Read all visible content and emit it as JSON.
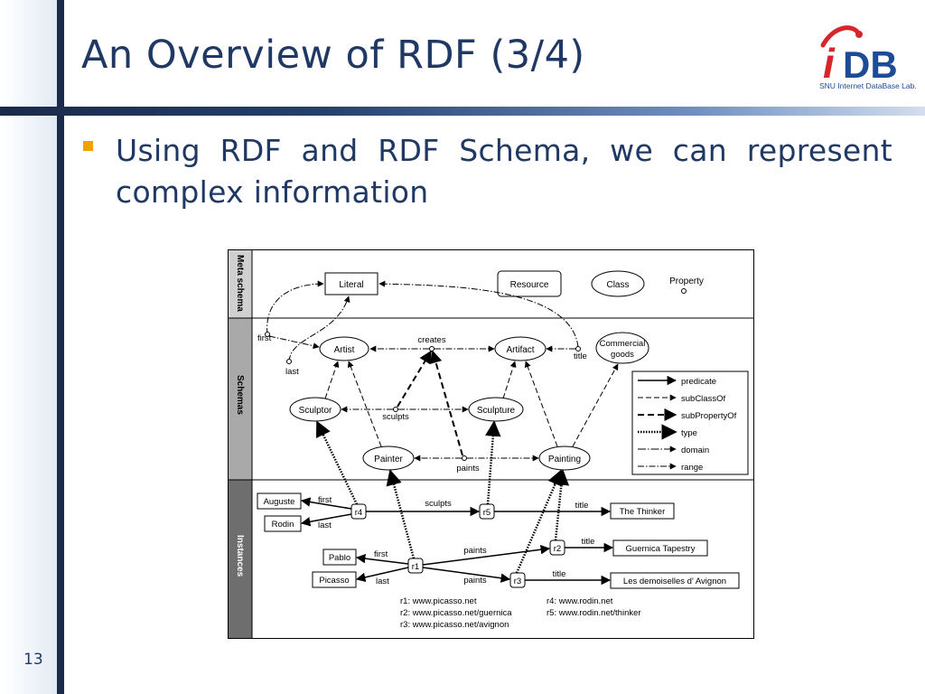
{
  "slide": {
    "title": "An Overview of RDF (3/4)",
    "bullet": "Using RDF and RDF Schema, we can represent complex information",
    "page_number": "13"
  },
  "logo": {
    "letters": "iDB",
    "subtitle": "SNU Internet DataBase Lab."
  },
  "colors": {
    "title": "#1f3864",
    "bar": "#1b2a4a",
    "bullet": "#f2a000",
    "logo_red": "#d7262b",
    "logo_blue": "#1d4b97",
    "band_meta": "#d0d0d0",
    "band_schema": "#a9a9a9",
    "band_instance": "#6e6e6e"
  },
  "diagram": {
    "bands": {
      "meta": "Meta schema",
      "schemas": "Schemas",
      "instances": "Instances"
    },
    "meta_nodes": {
      "literal": "Literal",
      "resource": "Resource",
      "class": "Class",
      "property": "Property"
    },
    "schema_nodes": {
      "artist": "Artist",
      "artifact": "Artifact",
      "commercial_goods_1": "Commercial",
      "commercial_goods_2": "goods",
      "sculptor": "Sculptor",
      "sculpture": "Sculpture",
      "painter": "Painter",
      "painting": "Painting"
    },
    "schema_labels": {
      "first": "first",
      "last": "last",
      "creates": "creates",
      "title": "title",
      "sculpts": "sculpts",
      "paints": "paints"
    },
    "legend": {
      "predicate": "predicate",
      "subclassof": "subClassOf",
      "subpropertyof": "subPropertyOf",
      "type": "type",
      "domain": "domain",
      "range": "range"
    },
    "instances": {
      "auguste": "Auguste",
      "rodin": "Rodin",
      "r4": "r4",
      "r5": "r5",
      "the_thinker": "The Thinker",
      "pablo": "Pablo",
      "picasso": "Picasso",
      "r1": "r1",
      "r2": "r2",
      "r3": "r3",
      "guernica": "Guernica Tapestry",
      "demoiselles": "Les demoiselles d' Avignon"
    },
    "instance_labels": {
      "first_r4": "first",
      "last_r4": "last",
      "sculpts": "sculpts",
      "title_r5": "title",
      "first_r1": "first",
      "last_r1": "last",
      "paints_r2": "paints",
      "paints_r3": "paints",
      "title_r2": "title",
      "title_r3": "title"
    },
    "uris": {
      "r1": "r1: www.picasso.net",
      "r2": "r2: www.picasso.net/guernica",
      "r3": "r3: www.picasso.net/avignon",
      "r4": "r4: www.rodin.net",
      "r5": "r5: www.rodin.net/thinker"
    }
  }
}
